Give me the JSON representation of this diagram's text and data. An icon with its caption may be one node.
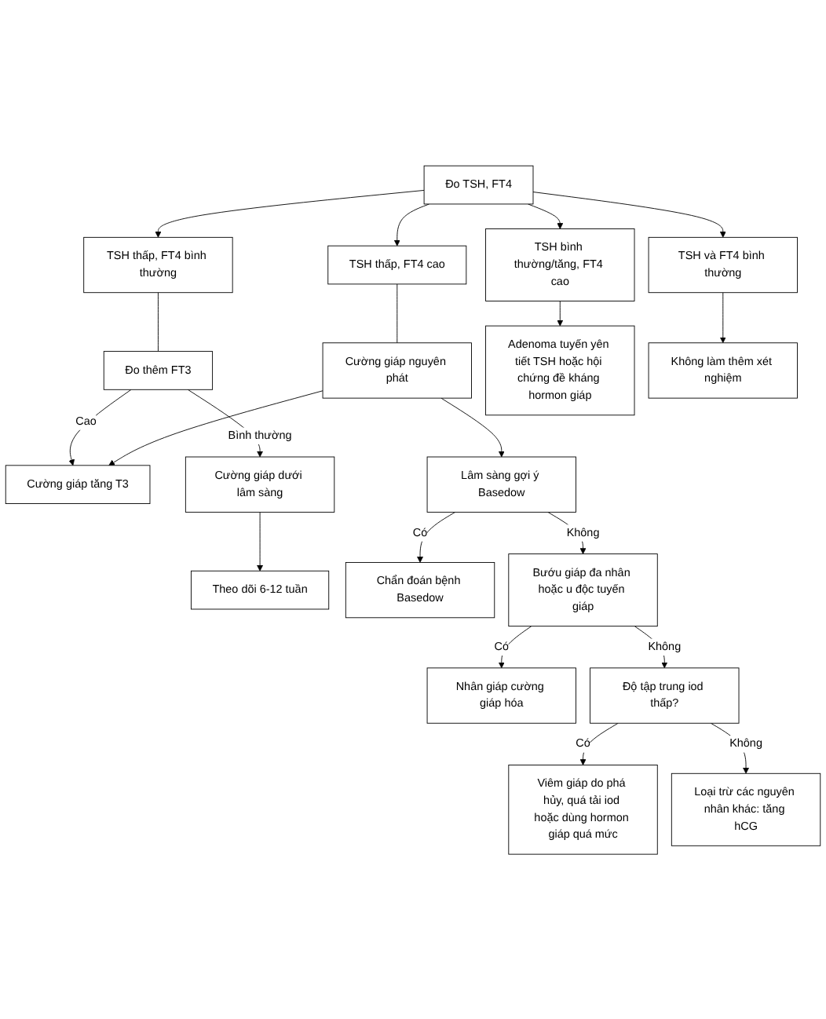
{
  "diagram": {
    "nodes": [
      {
        "text": [
          "Đo TSH, FT4"
        ]
      },
      {
        "text": [
          "TSH thấp, FT4 cao"
        ]
      },
      {
        "text": [
          "TSH thấp, FT4 bình thường"
        ]
      },
      {
        "text": [
          "TSH bình thường/tăng, FT4 cao"
        ]
      },
      {
        "text": [
          "TSH và FT4 bình thường"
        ]
      },
      {
        "text": [
          "Cường giáp nguyên phát"
        ]
      },
      {
        "text": [
          "Đo thêm FT3"
        ]
      },
      {
        "text": [
          "Adenoma tuyến yên tiết TSH hoặc hội chứng đề kháng hormon giáp"
        ]
      },
      {
        "text": [
          "Không làm thêm xét nghiệm"
        ]
      },
      {
        "text": [
          "Cường giáp tăng T3"
        ]
      },
      {
        "text": [
          "Cường giáp dưới lâm sàng"
        ]
      },
      {
        "text": [
          "Lâm sàng gợi ý Basedow"
        ]
      },
      {
        "text": [
          "Theo dõi 6-12 tuần"
        ]
      },
      {
        "text": [
          "Chẩn đoán bệnh Basedow"
        ]
      },
      {
        "text": [
          "Bướu giáp đa nhân hoặc u độc tuyến giáp"
        ]
      },
      {
        "text": [
          "Nhân giáp cường giáp hóa"
        ]
      },
      {
        "text": [
          "Độ tập trung iod thấp?"
        ]
      },
      {
        "text": [
          "Viêm giáp do phá hủy, quá tải iod hoặc dùng hormon giáp quá mức"
        ]
      },
      {
        "text": [
          "Loại trừ các nguyên nhân khác: tăng hCG"
        ]
      }
    ],
    "edges": [
      {
        "from": 0,
        "to": 1,
        "arrow": "to"
      },
      {
        "from": 0,
        "to": 2,
        "arrow": "to"
      },
      {
        "from": 0,
        "to": 3,
        "arrow": "to"
      },
      {
        "from": 0,
        "to": 4,
        "arrow": "to"
      },
      {
        "from": 1,
        "to": 5,
        "arrow": "none"
      },
      {
        "from": 2,
        "to": 6,
        "arrow": "none"
      },
      {
        "from": 3,
        "to": 7,
        "arrow": "to"
      },
      {
        "from": 4,
        "to": 8,
        "arrow": "to"
      },
      {
        "from": 6,
        "to": 9,
        "arrow": "to",
        "label": "Cao"
      },
      {
        "from": 6,
        "to": 10,
        "arrow": "to",
        "label": "Bình thường"
      },
      {
        "from": 5,
        "to": 9,
        "arrow": "to"
      },
      {
        "from": 5,
        "to": 11,
        "arrow": "to"
      },
      {
        "from": 10,
        "to": 12,
        "arrow": "to"
      },
      {
        "from": 11,
        "to": 13,
        "arrow": "to",
        "label": "Có"
      },
      {
        "from": 11,
        "to": 14,
        "arrow": "to",
        "label": "Không"
      },
      {
        "from": 14,
        "to": 15,
        "arrow": "to",
        "label": "Có"
      },
      {
        "from": 14,
        "to": 16,
        "arrow": "to",
        "label": "Không"
      },
      {
        "from": 16,
        "to": 17,
        "arrow": "to",
        "label": "Có"
      },
      {
        "from": 16,
        "to": 18,
        "arrow": "to",
        "label": "Không"
      }
    ]
  }
}
